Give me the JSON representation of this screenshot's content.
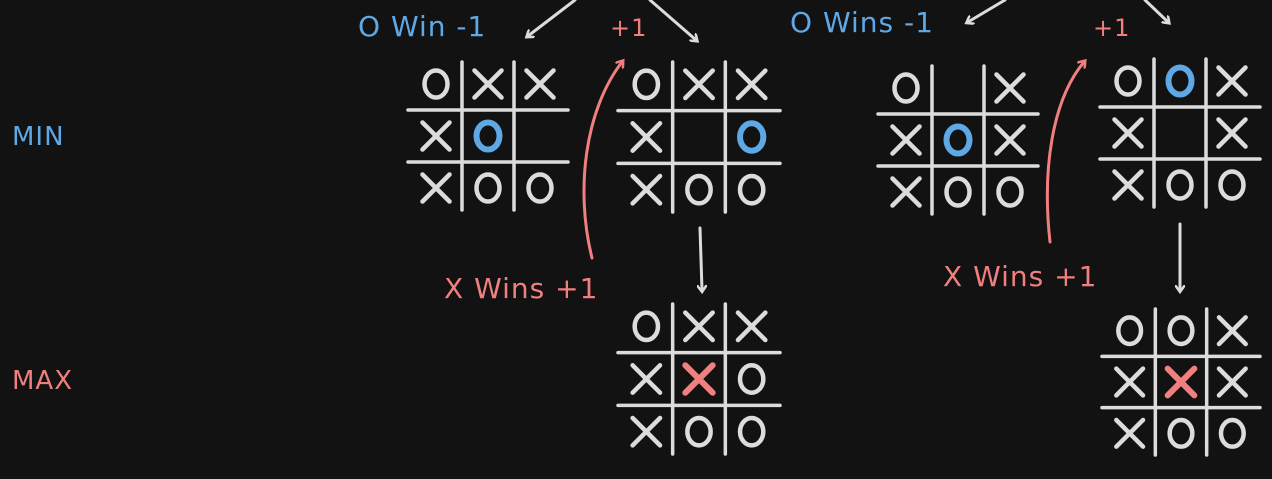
{
  "labels": {
    "min": "MIN",
    "max": "MAX",
    "o_win_left": "O Win -1",
    "plus1_left": "+1",
    "o_win_right": "O Wins -1",
    "plus1_right": "+1",
    "x_wins_left": "X Wins +1",
    "x_wins_right": "X Wins +1"
  },
  "colors": {
    "background": "#121212",
    "ink": "#dcdcdc",
    "blue": "#5ea8e6",
    "red": "#f07f7f"
  },
  "boards": [
    {
      "name": "board-min-1",
      "cells": [
        "O",
        "X",
        "X",
        "X",
        "O",
        "",
        "X",
        "O",
        "O"
      ],
      "highlight": 4,
      "highlight_color": "blue"
    },
    {
      "name": "board-min-2",
      "cells": [
        "O",
        "X",
        "X",
        "X",
        "",
        "O",
        "X",
        "O",
        "O"
      ],
      "highlight": 5,
      "highlight_color": "blue"
    },
    {
      "name": "board-min-3",
      "cells": [
        "O",
        "",
        "X",
        "X",
        "O",
        "X",
        "X",
        "O",
        "O"
      ],
      "highlight": 4,
      "highlight_color": "blue"
    },
    {
      "name": "board-min-4",
      "cells": [
        "O",
        "O",
        "X",
        "X",
        "",
        "X",
        "X",
        "O",
        "O"
      ],
      "highlight": 1,
      "highlight_color": "blue"
    },
    {
      "name": "board-max-1",
      "cells": [
        "O",
        "X",
        "X",
        "X",
        "X",
        "O",
        "X",
        "O",
        "O"
      ],
      "highlight": 4,
      "highlight_color": "red"
    },
    {
      "name": "board-max-2",
      "cells": [
        "O",
        "O",
        "X",
        "X",
        "X",
        "X",
        "X",
        "O",
        "O"
      ],
      "highlight": 4,
      "highlight_color": "red"
    }
  ]
}
